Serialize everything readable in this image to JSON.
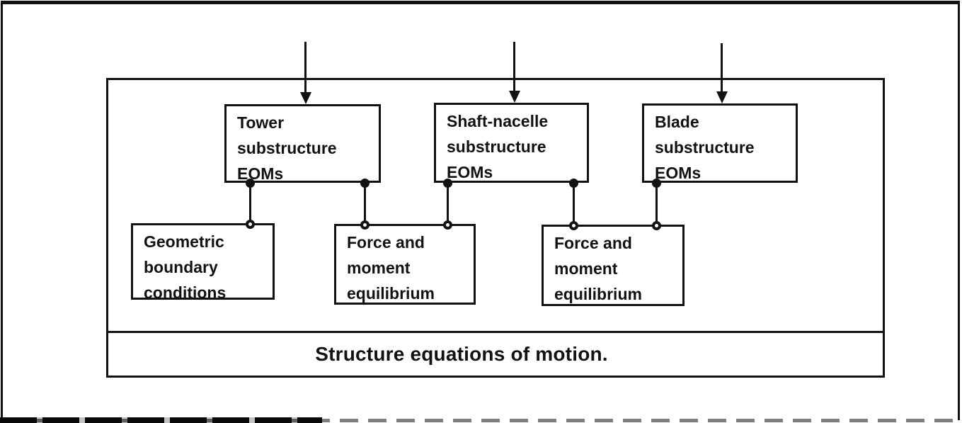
{
  "figure": {
    "type": "flow-diagram",
    "colors": {
      "ink": "#121212",
      "paper": "#ffffff"
    },
    "substructure_boxes": [
      {
        "lines": [
          "Tower",
          "substructure",
          "EOMs"
        ]
      },
      {
        "lines": [
          "Shaft-nacelle",
          "substructure",
          "EOMs"
        ]
      },
      {
        "lines": [
          "Blade",
          "substructure",
          "EOMs"
        ]
      }
    ],
    "constraint_boxes": [
      {
        "lines": [
          "Geometric",
          "boundary",
          "conditions"
        ]
      },
      {
        "lines": [
          "Force and",
          "moment",
          "equilibrium"
        ]
      },
      {
        "lines": [
          "Force and",
          "moment",
          "equilibrium"
        ]
      }
    ],
    "input_arrows": [
      "down-arrow",
      "down-arrow",
      "down-arrow"
    ],
    "footer_label": "Structure equations of motion."
  }
}
